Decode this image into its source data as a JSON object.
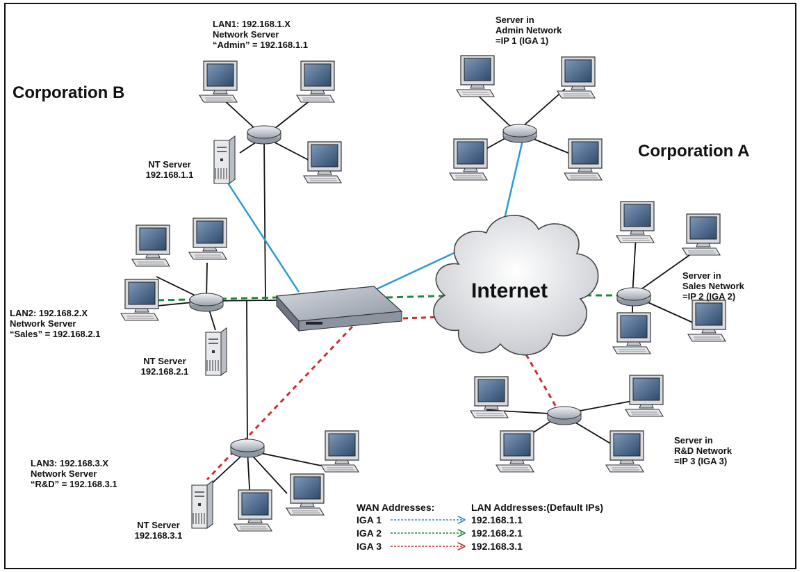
{
  "corporations": {
    "b": "Corporation B",
    "a": "Corporation A"
  },
  "internet_label": "Internet",
  "lan1": {
    "line1": "LAN1: 192.168.1.X",
    "line2": "Network Server",
    "line3": "“Admin” = 192.168.1.1"
  },
  "lan2": {
    "line1": "LAN2: 192.168.2.X",
    "line2": "Network Server",
    "line3": "“Sales” = 192.168.2.1"
  },
  "lan3": {
    "line1": "LAN3: 192.168.3.X",
    "line2": "Network Server",
    "line3": "“R&D” = 192.168.3.1"
  },
  "nt_servers": [
    {
      "line1": "NT Server",
      "line2": "192.168.1.1"
    },
    {
      "line1": "NT Server",
      "line2": "192.168.2.1"
    },
    {
      "line1": "NT Server",
      "line2": "192.168.3.1"
    }
  ],
  "corp_a_servers": [
    {
      "line1": "Server in",
      "line2": "Admin Network",
      "line3": "=IP 1 (IGA 1)"
    },
    {
      "line1": "Server in",
      "line2": "Sales Network",
      "line3": "=IP 2 (IGA 2)"
    },
    {
      "line1": "Server in",
      "line2": "R&D Network",
      "line3": "=IP 3 (IGA 3)"
    }
  ],
  "legend": {
    "wan_header": "WAN Addresses:",
    "lan_header": "LAN Addresses:(Default IPs)",
    "rows": [
      {
        "wan": "IGA 1",
        "lan": "192.168.1.1",
        "color": "#2a8fc4"
      },
      {
        "wan": "IGA 2",
        "lan": "192.168.2.1",
        "color": "#1f8a3a"
      },
      {
        "wan": "IGA 3",
        "lan": "192.168.3.1",
        "color": "#c8312b"
      }
    ]
  },
  "colors": {
    "admin_link": "#2a9bd0",
    "sales_link": "#1f8a3a",
    "rd_link": "#c8312b",
    "lan_line": "#111111"
  }
}
